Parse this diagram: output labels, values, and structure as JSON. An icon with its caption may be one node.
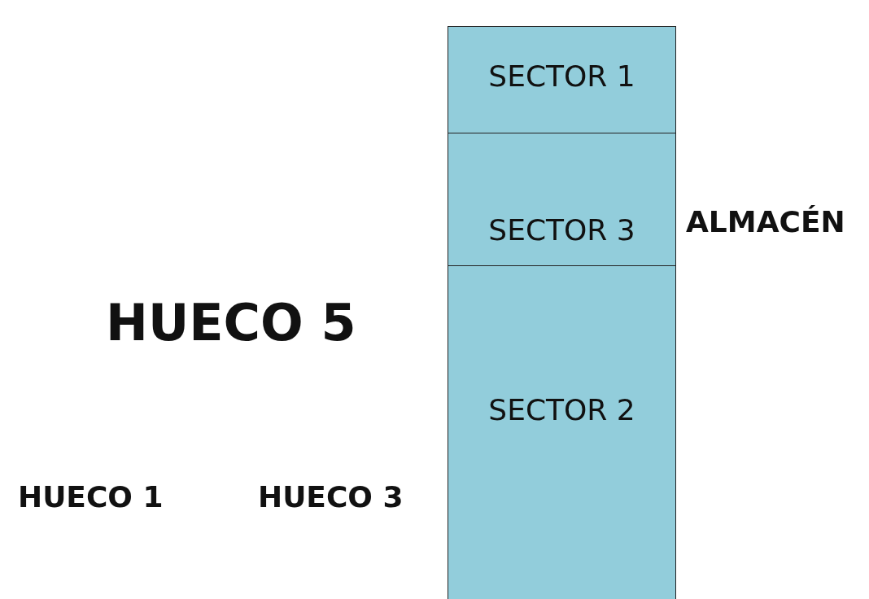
{
  "diagram": {
    "nodes": [
      {
        "text": [
          "SECTOR 1"
        ]
      },
      {
        "text": [
          "SECTOR 3"
        ]
      },
      {
        "text": [
          "SECTOR 2"
        ]
      }
    ],
    "labels": [
      "ALMACÉN",
      "HUECO 5",
      "HUECO 1",
      "HUECO 3"
    ]
  }
}
